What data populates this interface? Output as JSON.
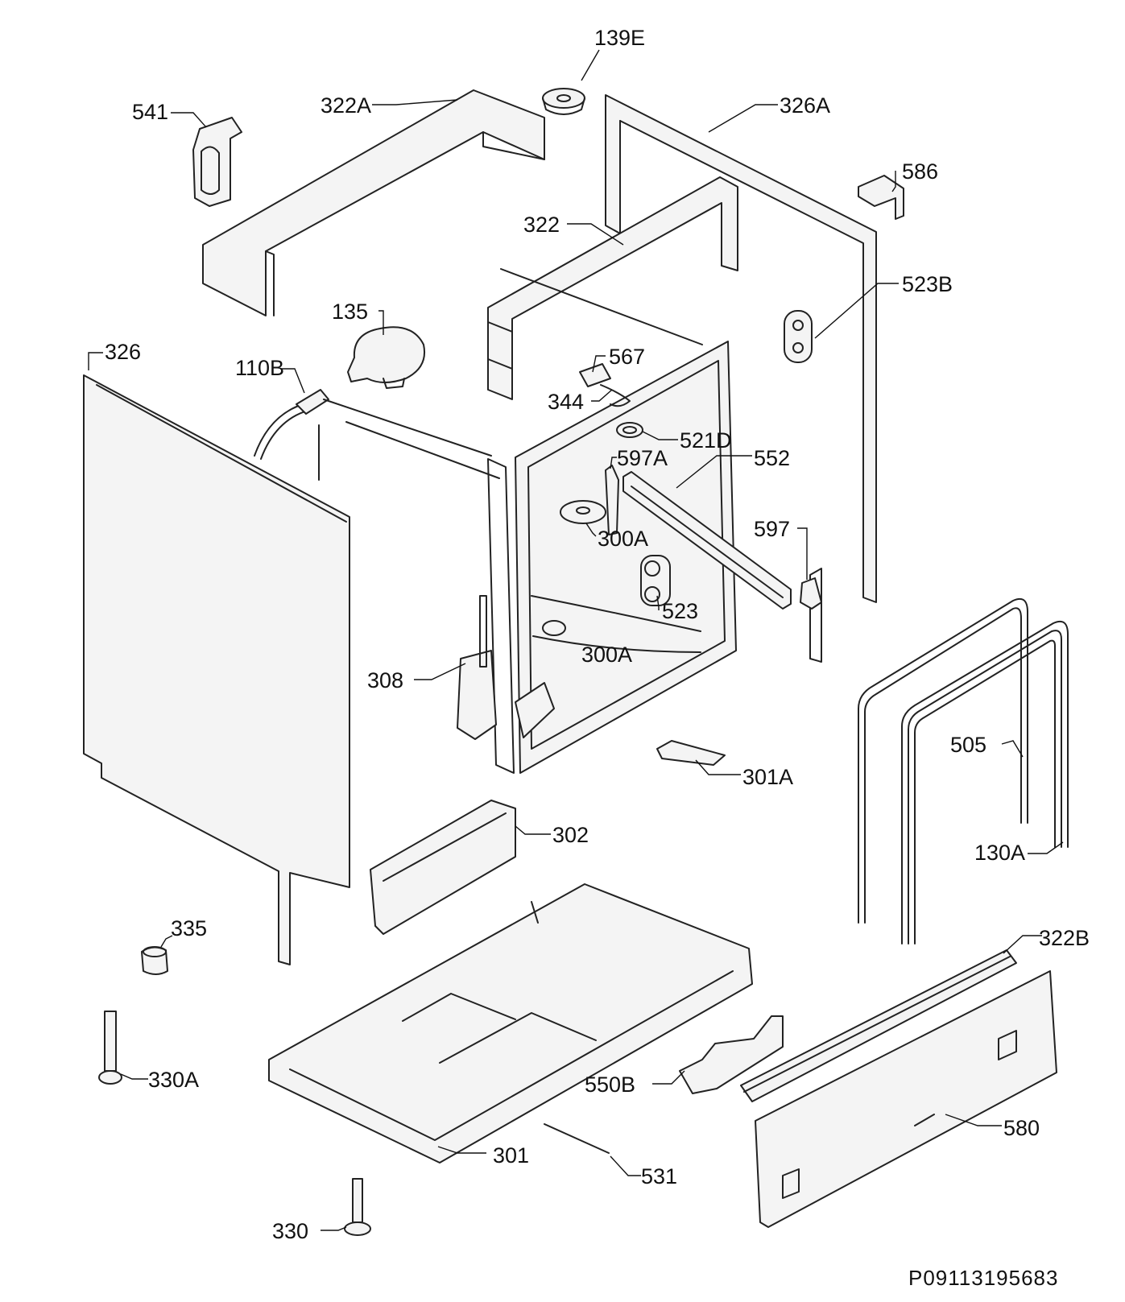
{
  "diagram": {
    "labels": {
      "l_139e": "139E",
      "l_541": "541",
      "l_322a": "322A",
      "l_326a": "326A",
      "l_586": "586",
      "l_322": "322",
      "l_523b": "523B",
      "l_135": "135",
      "l_326": "326",
      "l_110b": "110B",
      "l_567": "567",
      "l_344": "344",
      "l_521d": "521D",
      "l_597a": "597A",
      "l_552": "552",
      "l_300a_top": "300A",
      "l_597": "597",
      "l_523": "523",
      "l_300a_mid": "300A",
      "l_308": "308",
      "l_505": "505",
      "l_301a": "301A",
      "l_302": "302",
      "l_130a": "130A",
      "l_335": "335",
      "l_322b": "322B",
      "l_330a": "330A",
      "l_550b": "550B",
      "l_580": "580",
      "l_301": "301",
      "l_531": "531",
      "l_330": "330"
    },
    "drawing_code": "P09113195683"
  }
}
